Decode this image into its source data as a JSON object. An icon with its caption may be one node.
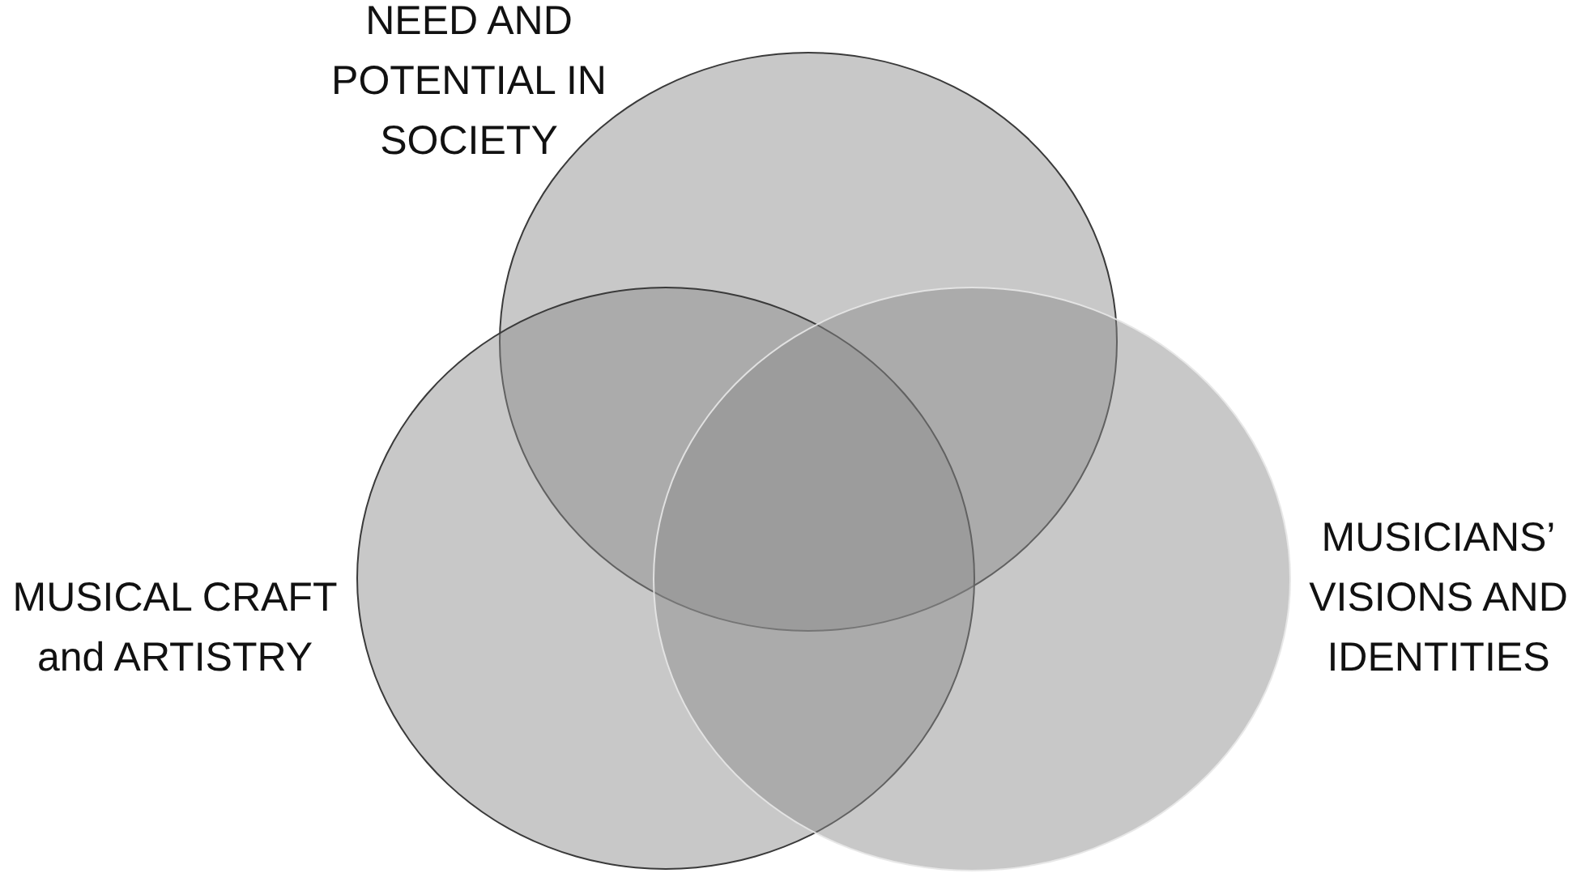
{
  "diagram": {
    "nodes": [
      {
        "text": [
          "NEED AND POTENTIAL IN SOCIETY"
        ]
      },
      {
        "text": [
          "MUSICAL CRAFT and ARTISTRY"
        ]
      },
      {
        "text": [
          "MUSICIANS’ VISIONS AND IDENTITIES"
        ]
      }
    ]
  }
}
